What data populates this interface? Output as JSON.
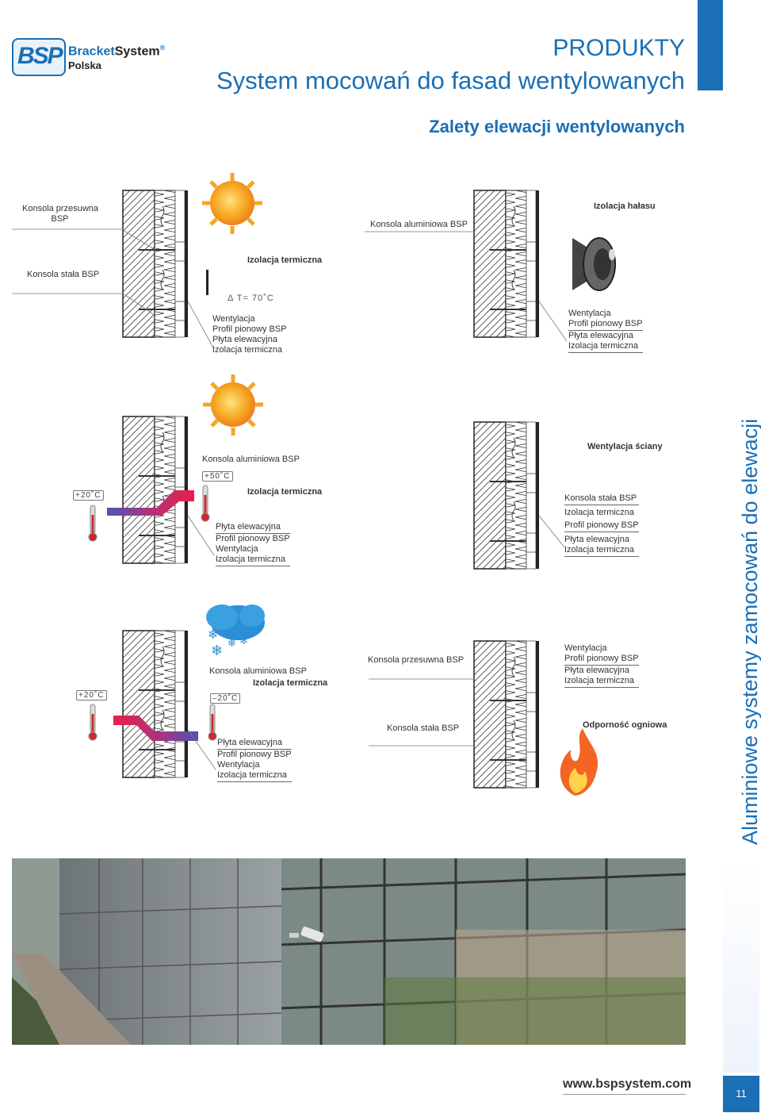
{
  "header": {
    "logo_text": "BSP",
    "brand_part1": "Bracket",
    "brand_part2": "System",
    "brand_reg": "®",
    "brand_sub": "Polska",
    "section": "PRODUKTY",
    "title": "System mocowań do fasad wentylowanych",
    "subtitle": "Zalety elewacji wentylowanych"
  },
  "left_column": {
    "label_slide": "Konsola przesuwna",
    "label_slide2": "BSP",
    "label_fixed": "Konsola stała BSP",
    "d1": {
      "heading": "Izolacja termiczna",
      "delta": "Δ T=  70˚C",
      "labels": [
        "Wentylacja",
        "Profil pionowy BSP",
        "Płyta elewacyjna",
        "Izolacja termiczna"
      ]
    },
    "d2": {
      "konsola": "Konsola aluminiowa BSP",
      "temp_out": "+50˚C",
      "temp_in": "+20˚C",
      "heading": "Izolacja termiczna",
      "labels": [
        "Płyta elewacyjna",
        "Profil pionowy BSP",
        "Wentylacja",
        "Izolacja termiczna"
      ]
    },
    "d3": {
      "konsola": "Konsola aluminiowa BSP",
      "heading": "Izolacja termiczna",
      "temp_out": "–20˚C",
      "temp_in": "+20˚C",
      "labels": [
        "Płyta elewacyjna",
        "Profil pionowy BSP",
        "Wentylacja",
        "Izolacja termiczna"
      ]
    }
  },
  "right_column": {
    "r1": {
      "konsola": "Konsola aluminiowa BSP",
      "heading": "Izolacja hałasu",
      "labels": [
        "Wentylacja",
        "Profil pionowy BSP",
        "Płyta elewacyjna",
        "Izolacja termiczna"
      ]
    },
    "r2": {
      "heading": "Wentylacja ściany",
      "labels": [
        "Konsola stała BSP",
        "Izolacja termiczna",
        "Profil pionowy BSP",
        "Płyta elewacyjna",
        "Izolacja termiczna"
      ]
    },
    "r3": {
      "slide": "Konsola przesuwna BSP",
      "fixed": "Konsola stała BSP",
      "labels": [
        "Wentylacja",
        "Profil pionowy BSP",
        "Płyta elewacyjna",
        "Izolacja termiczna"
      ],
      "heading": "Odporność ogniowa"
    }
  },
  "sidebar_text": "Aluminiowe systemy zamocowań do elewacji",
  "footer": {
    "url": "www.bspsystem.com",
    "page": "11"
  },
  "icons": [
    "sun-icon",
    "cloud-snow-icon",
    "thermometer-icon",
    "speaker-icon",
    "flame-icon"
  ],
  "colors": {
    "brand": "#1a6fb5",
    "hot": "#e8204a",
    "cold": "#4a57b5"
  }
}
